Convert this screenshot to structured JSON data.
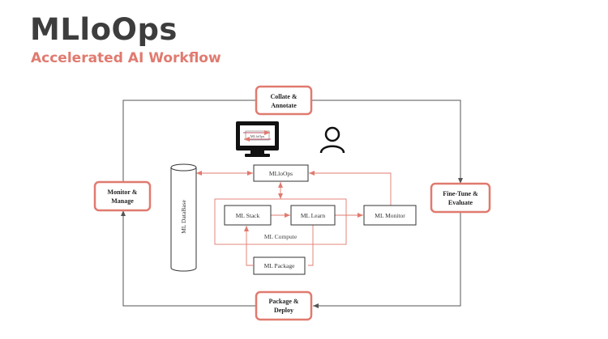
{
  "header": {
    "title": "MLloOps",
    "subtitle": "Accelerated AI Workflow"
  },
  "colors": {
    "title": "#3d3d3d",
    "accent": "#e07a6f",
    "connector_red": "#e07a6f",
    "connector_gray": "#555555",
    "node_border": "#333333"
  },
  "icons": {
    "monitor": "monitor-icon",
    "user": "user-icon"
  },
  "stages": {
    "collate": {
      "line1": "Collate &",
      "line2": "Annotate"
    },
    "finetune": {
      "line1": "Fine-Tune &",
      "line2": "Evaluate"
    },
    "package": {
      "line1": "Package &",
      "line2": "Deploy"
    },
    "monitor": {
      "line1": "Monitor &",
      "line2": "Manage"
    }
  },
  "nodes": {
    "mlloops": "MLloOps",
    "ml_stack": "ML Stack",
    "ml_learn": "ML Learn",
    "ml_monitor": "ML Monitor",
    "ml_package": "ML Package",
    "ml_compute": "ML Compute",
    "ml_database": "ML DataBase",
    "screen_logo": "MLloOps"
  }
}
